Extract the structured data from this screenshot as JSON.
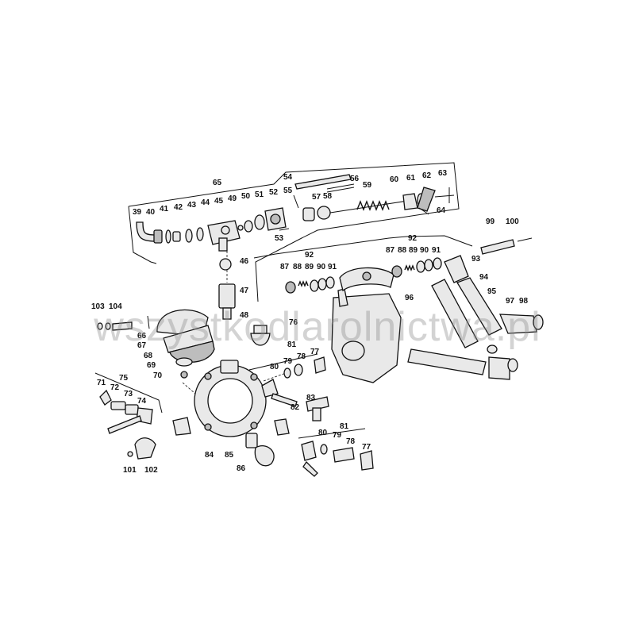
{
  "diagram": {
    "part_numbers": [
      "39",
      "40",
      "41",
      "42",
      "43",
      "44",
      "45",
      "49",
      "50",
      "51",
      "52",
      "53",
      "54",
      "55",
      "56",
      "57",
      "58",
      "59",
      "60",
      "61",
      "62",
      "63",
      "64",
      "65",
      "46",
      "47",
      "48",
      "87",
      "88",
      "89",
      "90",
      "91",
      "92",
      "87",
      "88",
      "89",
      "90",
      "91",
      "92",
      "93",
      "94",
      "95",
      "96",
      "97",
      "98",
      "99",
      "100",
      "76",
      "103",
      "104",
      "66",
      "67",
      "68",
      "69",
      "70",
      "71",
      "72",
      "73",
      "74",
      "75",
      "101",
      "102",
      "77",
      "78",
      "79",
      "80",
      "81",
      "82",
      "83",
      "84",
      "85",
      "86",
      "77",
      "78",
      "79",
      "80",
      "81"
    ],
    "watermark": "wszystkodlarolnictwa.pl"
  }
}
